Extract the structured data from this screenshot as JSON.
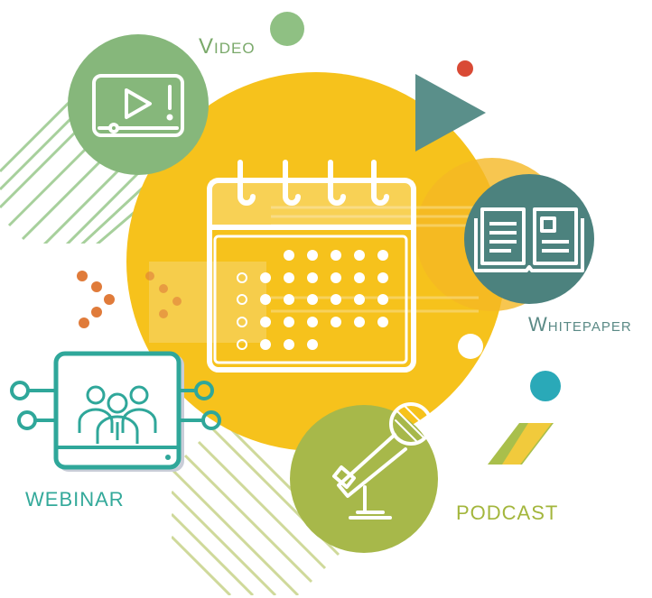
{
  "labels": {
    "video": "Video",
    "whitepaper": "Whitepaper",
    "webinar": "WEBINAR",
    "podcast": "PODCAST"
  },
  "colors": {
    "yellow": "#f6c21c",
    "green": "#86b77b",
    "teal_dark": "#4c827e",
    "teal": "#2fa79a",
    "olive": "#a7b84a",
    "orange": "#e07b3a",
    "red": "#d94a35",
    "cyan": "#2aa9b8"
  },
  "icons": [
    "video-player-icon",
    "calendar-icon",
    "open-book-icon",
    "webinar-people-icon",
    "microphone-icon",
    "play-triangle-icon"
  ]
}
